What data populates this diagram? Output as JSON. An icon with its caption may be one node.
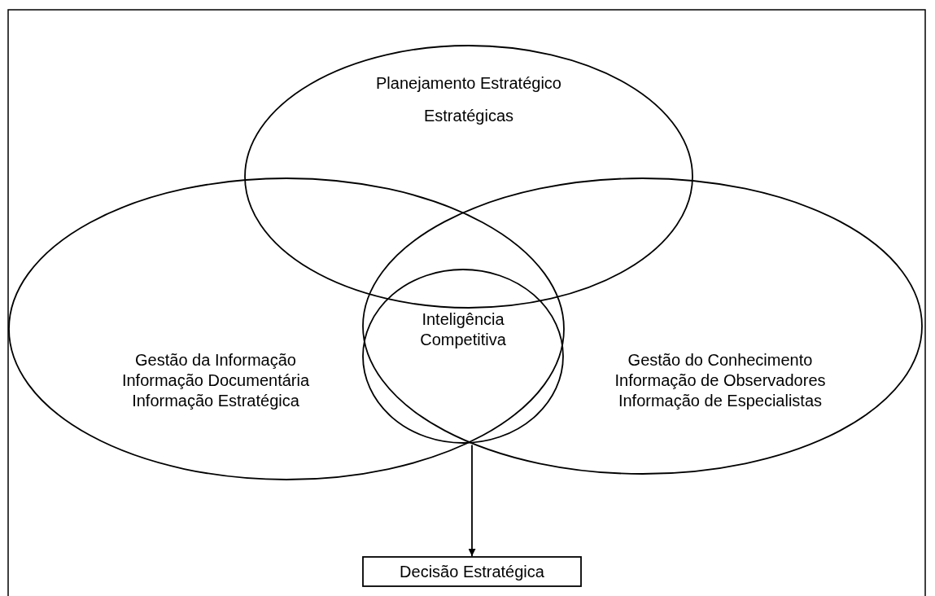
{
  "diagram": {
    "nodes": [
      {
        "text": [
          "Planejamento Estratégico",
          "Estratégicas"
        ]
      },
      {
        "text": [
          "Inteligência Competitiva"
        ]
      },
      {
        "text": [
          "Gestão da Informação Informação Documentária Informação Estratégica"
        ]
      },
      {
        "text": [
          "Gestão do Conhecimento Informação de Observadores Informação de Especialistas"
        ]
      },
      {
        "text": [
          "Decisão Estratégica"
        ]
      }
    ],
    "edges": [
      {
        "from": 1,
        "to": 4,
        "arrow": "to"
      }
    ]
  }
}
